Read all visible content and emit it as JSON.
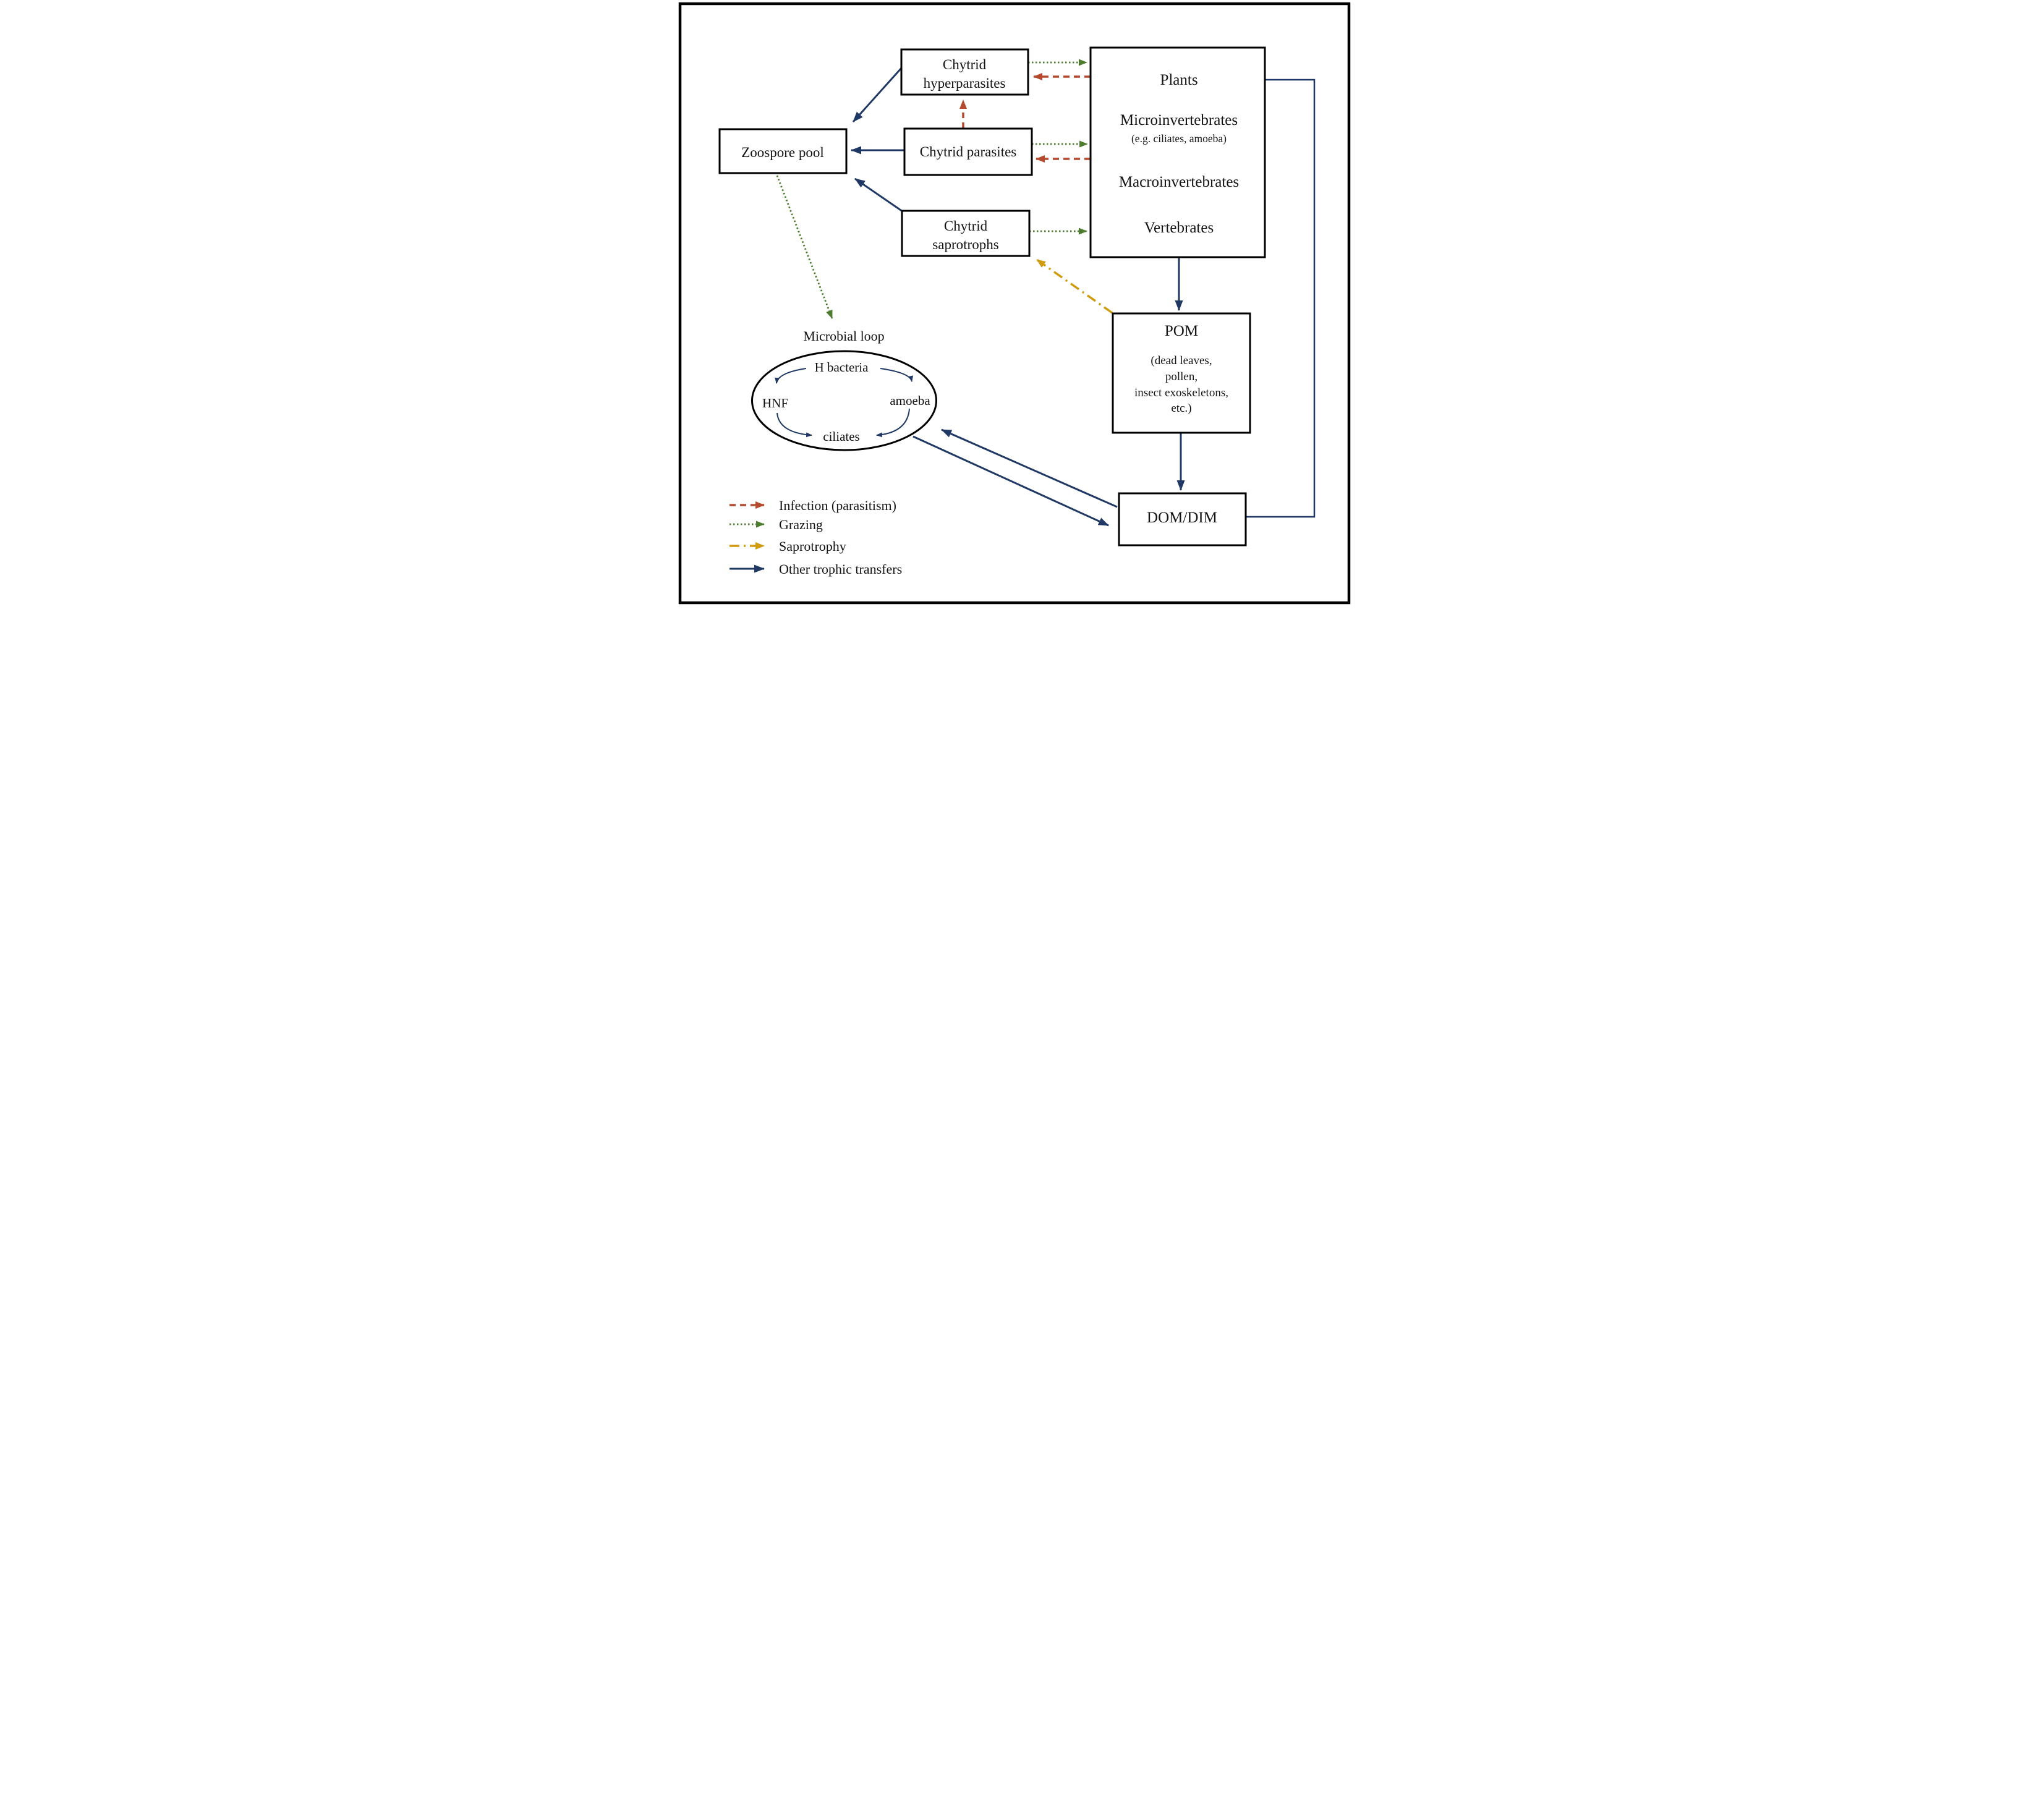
{
  "figure": {
    "description": "Chytrid fungi trophic roles food-web diagram"
  },
  "colors": {
    "navy": "#1f3864",
    "red": "#b4492e",
    "green": "#4e7d2f",
    "gold": "#cf9c10",
    "black": "#000000"
  },
  "nodes": {
    "hyperparasites": {
      "line1": "Chytrid",
      "line2": "hyperparasites"
    },
    "parasites": {
      "label": "Chytrid parasites"
    },
    "zoospore": {
      "label": "Zoospore pool"
    },
    "saprotrophs": {
      "line1": "Chytrid",
      "line2": "saprotrophs"
    },
    "food_web": {
      "plants": "Plants",
      "micro": "Microinvertebrates",
      "micro_note": "(e.g. ciliates, amoeba)",
      "macro": "Macroinvertebrates",
      "vertebrates": "Vertebrates"
    },
    "pom": {
      "title": "POM",
      "line1": "(dead leaves,",
      "line2": "pollen,",
      "line3": "insect exoskeletons,",
      "line4": "etc.)"
    },
    "dom": {
      "label": "DOM/DIM"
    },
    "microbial_loop": {
      "title": "Microbial loop",
      "bacteria": "H bacteria",
      "hnf": "HNF",
      "amoeba": "amoeba",
      "ciliates": "ciliates"
    }
  },
  "legend": {
    "items": [
      {
        "label": "Infection (parasitism)",
        "style": "dashed",
        "color": "#b4492e"
      },
      {
        "label": "Grazing",
        "style": "dotted",
        "color": "#4e7d2f"
      },
      {
        "label": "Saprotrophy",
        "style": "dash-dot",
        "color": "#cf9c10"
      },
      {
        "label": "Other trophic transfers",
        "style": "solid",
        "color": "#1f3864"
      }
    ]
  }
}
